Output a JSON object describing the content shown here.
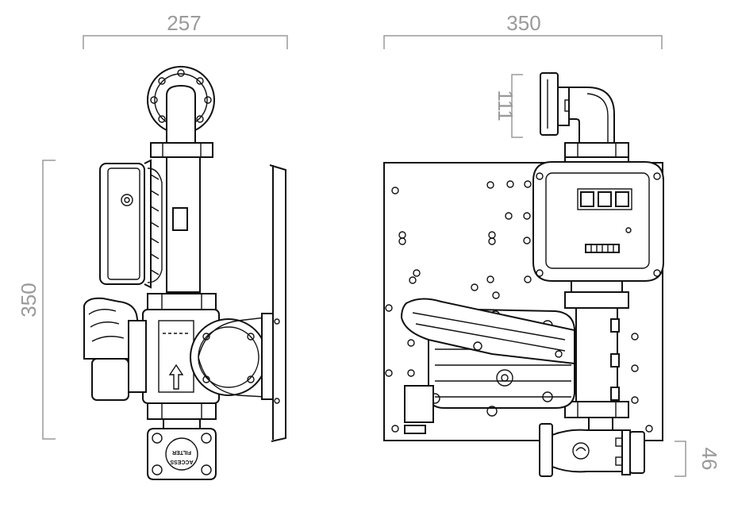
{
  "dimensions": {
    "left_width": "257",
    "left_height": "350",
    "right_width": "350",
    "top_height": "111",
    "bottom_height": "46"
  },
  "labels": {
    "filter_line1": "FILTER",
    "filter_line2": "ACCESS"
  },
  "colors": {
    "dimension": "#9a9a9a",
    "linework": "#111111",
    "background": "#ffffff"
  }
}
